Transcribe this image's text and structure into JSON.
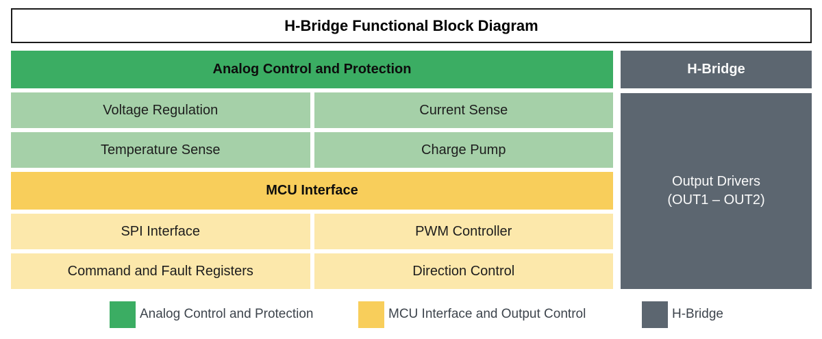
{
  "title_bar": {
    "title": "H-Bridge Functional Block Diagram"
  },
  "colors": {
    "green": "#3bad63",
    "light_green": "#a5d0a8",
    "yellow": "#f8ce5b",
    "light_yellow": "#fce8ab",
    "gray": "#5c6670",
    "title_border": "#1a1a1a"
  },
  "left_panel": {
    "analog_header": "Analog Control and Protection",
    "analog_cells": [
      "Voltage Regulation",
      "Current Sense",
      "Temperature Sense",
      "Charge Pump"
    ],
    "mcu_header": "MCU Interface",
    "mcu_cells": [
      "SPI Interface",
      "PWM Controller",
      "Command and Fault Registers",
      "Direction Control"
    ]
  },
  "right_panel": {
    "header": "H-Bridge",
    "body_line1": "Output Drivers",
    "body_line2": "(OUT1 – OUT2)"
  },
  "legend": {
    "items": [
      {
        "label": "Analog Control and Protection",
        "color": "#3bad63"
      },
      {
        "label": "MCU Interface and Output Control",
        "color": "#f8ce5b"
      },
      {
        "label": "H-Bridge",
        "color": "#5c6670"
      }
    ]
  }
}
